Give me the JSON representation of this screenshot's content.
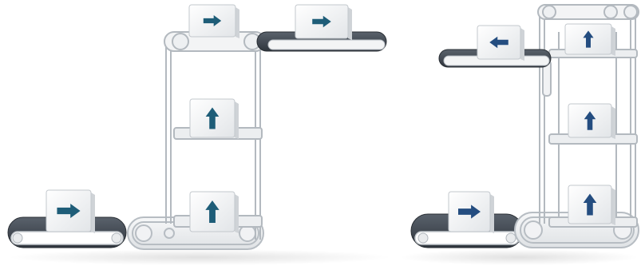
{
  "scene": {
    "left_conveyor": {
      "boxes": [
        {
          "id": "left-in",
          "arrow": "arrow-right-icon"
        },
        {
          "id": "left-lift-bottom",
          "arrow": "arrow-up-icon"
        },
        {
          "id": "left-lift-middle",
          "arrow": "arrow-up-icon"
        },
        {
          "id": "left-lift-top",
          "arrow": "arrow-right-icon"
        },
        {
          "id": "left-out",
          "arrow": "arrow-right-icon"
        }
      ]
    },
    "right_conveyor": {
      "boxes": [
        {
          "id": "right-in",
          "arrow": "arrow-right-icon"
        },
        {
          "id": "right-lift-bottom",
          "arrow": "arrow-up-icon"
        },
        {
          "id": "right-lift-middle",
          "arrow": "arrow-up-icon"
        },
        {
          "id": "right-lift-top",
          "arrow": "arrow-up-icon"
        },
        {
          "id": "right-out",
          "arrow": "arrow-left-icon"
        }
      ]
    }
  },
  "colors": {
    "belt_dark": "#3f4650",
    "frame": "#d9dcdf",
    "frame_stroke": "#a9b0b6",
    "box": "#f2f3f4",
    "arrow_left_scene": "#1e5d78",
    "arrow_right_scene": "#244d80"
  }
}
